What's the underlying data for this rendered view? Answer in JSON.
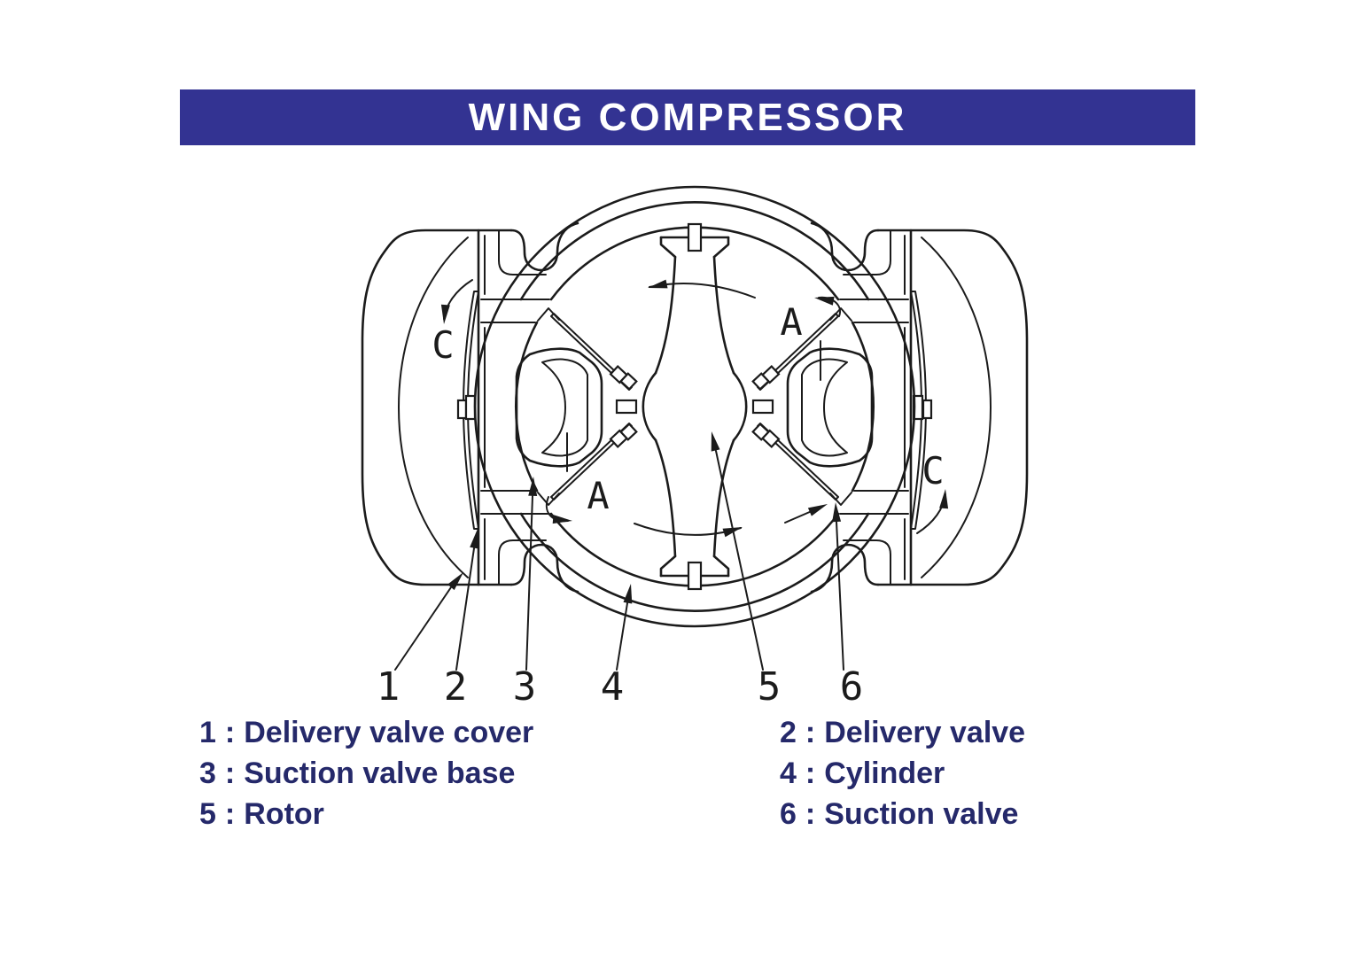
{
  "header": {
    "title": "WING COMPRESSOR"
  },
  "diagram": {
    "callouts": [
      "1",
      "2",
      "3",
      "4",
      "5",
      "6"
    ],
    "labels": {
      "a_upper": "A",
      "a_lower": "A",
      "c_left": "C",
      "c_right": "C"
    }
  },
  "legend": {
    "separator": ":",
    "items": [
      {
        "num": "1",
        "label": "Delivery valve cover"
      },
      {
        "num": "2",
        "label": "Delivery valve"
      },
      {
        "num": "3",
        "label": "Suction valve base"
      },
      {
        "num": "4",
        "label": "Cylinder"
      },
      {
        "num": "5",
        "label": "Rotor"
      },
      {
        "num": "6",
        "label": "Suction valve"
      }
    ]
  },
  "colors": {
    "title_bar": "#333392",
    "title_text": "#ffffff",
    "legend_text": "#25296a",
    "line": "#1b1b1b",
    "background": "#ffffff"
  }
}
